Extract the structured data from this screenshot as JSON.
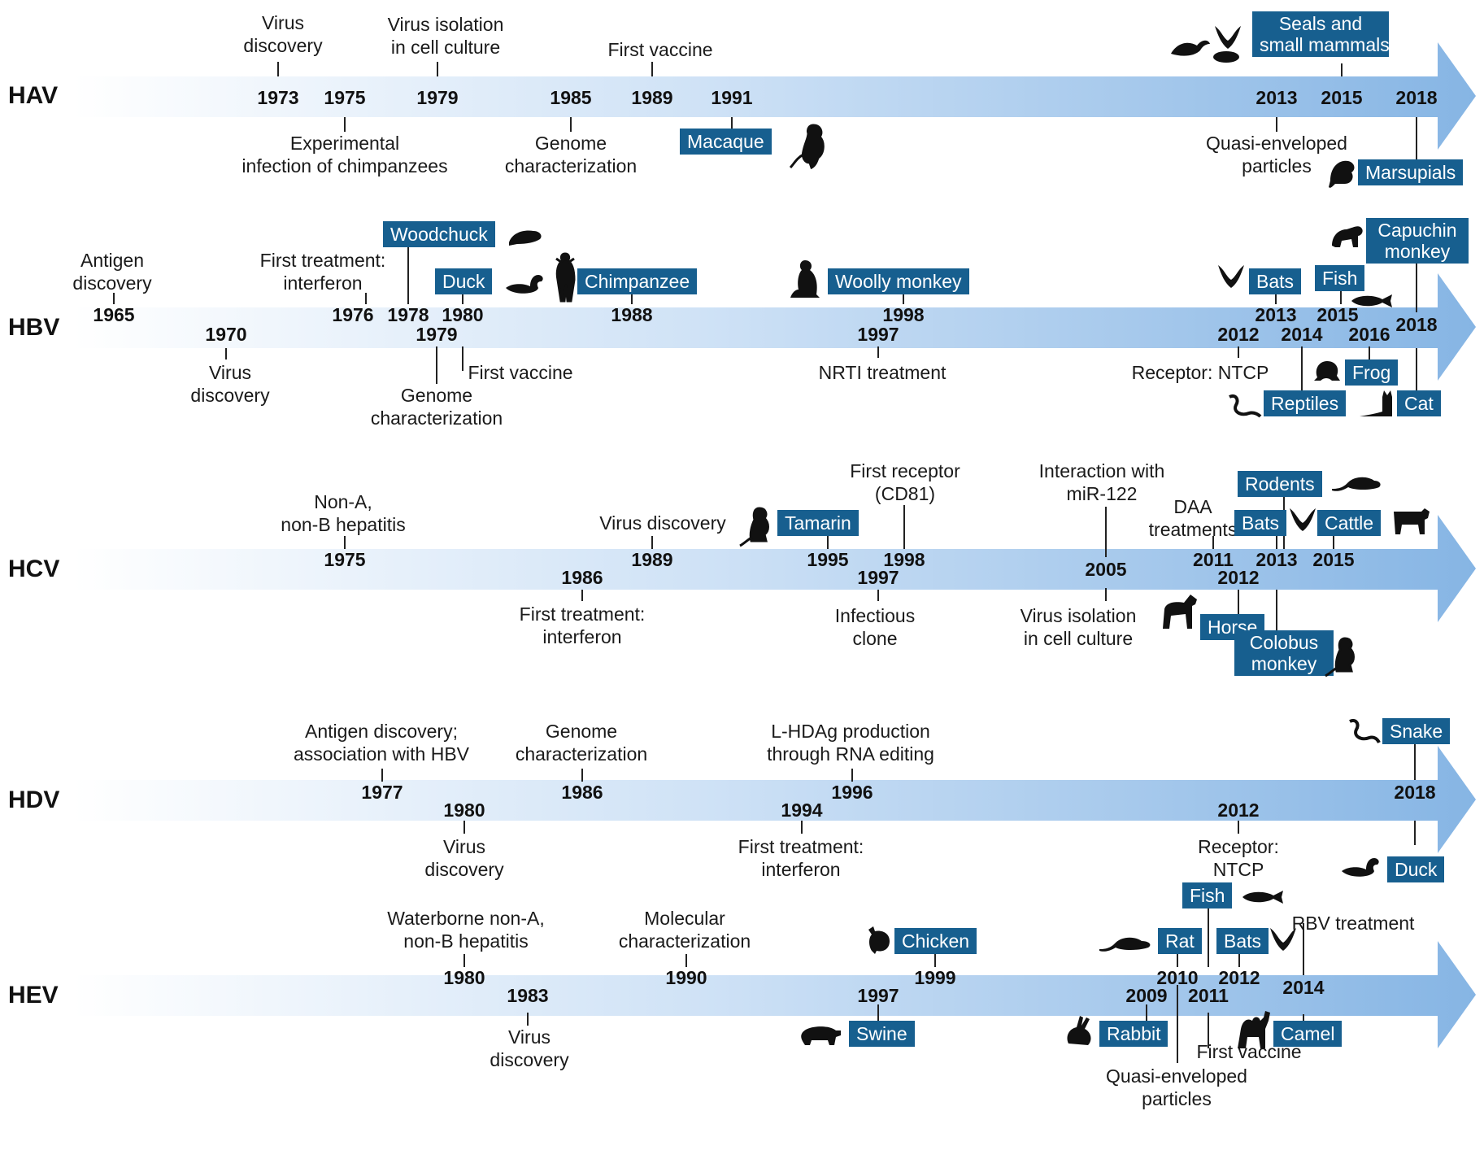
{
  "viruses": {
    "hav": {
      "label": "HAV",
      "years": [
        "1973",
        "1975",
        "1979",
        "1985",
        "1989",
        "1991",
        "2013",
        "2015",
        "2018"
      ],
      "events": {
        "virus_discovery": "Virus\ndiscovery",
        "isolation": "Virus isolation\nin cell culture",
        "first_vaccine": "First vaccine",
        "experimental": "Experimental\ninfection of chimpanzees",
        "genome": "Genome\ncharacterization",
        "quasi": "Quasi-enveloped\nparticles"
      },
      "hosts": {
        "seals": "Seals and\nsmall mammals",
        "macaque": "Macaque",
        "marsupials": "Marsupials"
      }
    },
    "hbv": {
      "label": "HBV",
      "years": [
        "1965",
        "1976",
        "1978",
        "1980",
        "1988",
        "1998",
        "2013",
        "2015",
        "2018",
        "1970",
        "1979",
        "1997",
        "2012",
        "2014",
        "2016"
      ],
      "events": {
        "antigen": "Antigen\ndiscovery",
        "first_treatment": "First treatment:\ninterferon",
        "virus_discovery": "Virus\ndiscovery",
        "genome": "Genome\ncharacterization",
        "first_vaccine": "First vaccine",
        "nrti": "NRTI treatment",
        "receptor": "Receptor: NTCP"
      },
      "hosts": {
        "woodchuck": "Woodchuck",
        "duck": "Duck",
        "chimpanzee": "Chimpanzee",
        "woolly": "Woolly monkey",
        "bats": "Bats",
        "fish": "Fish",
        "capuchin": "Capuchin\nmonkey",
        "frog": "Frog",
        "reptiles": "Reptiles",
        "cat": "Cat"
      }
    },
    "hcv": {
      "label": "HCV",
      "years": [
        "1975",
        "1989",
        "1995",
        "1998",
        "2011",
        "2013",
        "2015",
        "1986",
        "1997",
        "2005",
        "2012"
      ],
      "events": {
        "nonab": "Non-A,\nnon-B hepatitis",
        "virus_discovery": "Virus discovery",
        "receptor": "First receptor\n(CD81)",
        "mir": "Interaction with\nmiR-122",
        "daa": "DAA\ntreatments",
        "first_treatment": "First treatment:\ninterferon",
        "clone": "Infectious\nclone",
        "isolation": "Virus isolation\nin cell culture"
      },
      "hosts": {
        "tamarin": "Tamarin",
        "rodents": "Rodents",
        "bats": "Bats",
        "cattle": "Cattle",
        "horse": "Horse",
        "colobus": "Colobus\nmonkey"
      }
    },
    "hdv": {
      "label": "HDV",
      "years": [
        "1977",
        "1986",
        "1996",
        "2018",
        "1980",
        "1994",
        "2012"
      ],
      "events": {
        "antigen": "Antigen discovery;\nassociation with HBV",
        "genome": "Genome\ncharacterization",
        "lhdag": "L-HDAg production\nthrough RNA editing",
        "virus_discovery": "Virus\ndiscovery",
        "first_treatment": "First treatment:\ninterferon",
        "receptor": "Receptor:\nNTCP"
      },
      "hosts": {
        "snake": "Snake",
        "duck": "Duck"
      }
    },
    "hev": {
      "label": "HEV",
      "years": [
        "1980",
        "1990",
        "1999",
        "2010",
        "2012",
        "2014",
        "1983",
        "1997",
        "2009",
        "2011"
      ],
      "events": {
        "waterborne": "Waterborne non-A,\nnon-B hepatitis",
        "molecular": "Molecular\ncharacterization",
        "rbv": "RBV treatment",
        "virus_discovery": "Virus\ndiscovery",
        "first_vaccine": "First vaccine",
        "quasi": "Quasi-enveloped\nparticles"
      },
      "hosts": {
        "chicken": "Chicken",
        "fish": "Fish",
        "rat": "Rat",
        "bats": "Bats",
        "swine": "Swine",
        "rabbit": "Rabbit",
        "camel": "Camel"
      }
    }
  },
  "colors": {
    "host_box": "#175f8f",
    "arrow_start": "#ffffff",
    "arrow_end": "#8ab8e6"
  },
  "icons": [
    "seal-icon",
    "bat-icon",
    "monkey-icon",
    "woodchuck-icon",
    "duck-icon",
    "chimpanzee-icon",
    "fish-icon",
    "frog-icon",
    "snake-icon",
    "cat-icon",
    "rodent-icon",
    "cattle-icon",
    "horse-icon",
    "chicken-icon",
    "swine-icon",
    "rabbit-icon",
    "camel-icon",
    "rat-icon"
  ]
}
